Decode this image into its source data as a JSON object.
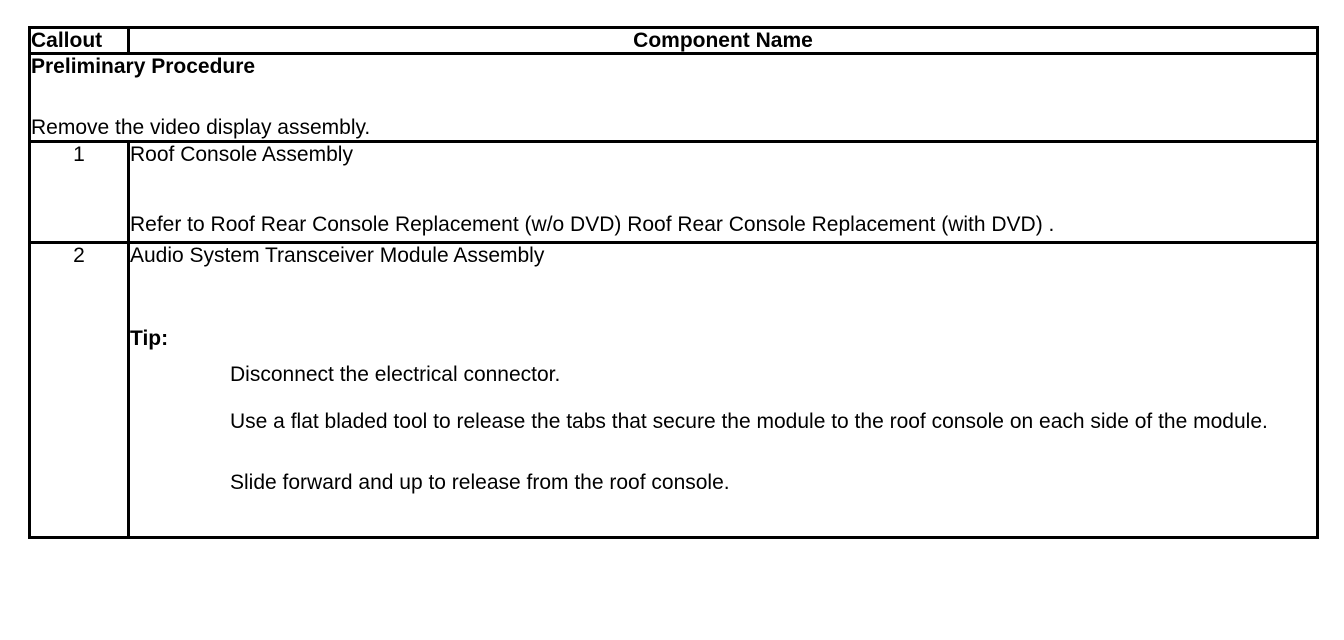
{
  "table": {
    "header": {
      "callout": "Callout",
      "component_name": "Component Name"
    },
    "preliminary": {
      "title": "Preliminary Procedure",
      "body": "Remove the video display assembly."
    },
    "rows": [
      {
        "callout": "1",
        "title": "Roof Console Assembly",
        "refer": "Refer to Roof Rear Console Replacement (w/o DVD) Roof Rear Console Replacement (with DVD) ."
      },
      {
        "callout": "2",
        "title": "Audio System Transceiver Module Assembly",
        "tip_label": "Tip:",
        "tips": [
          "Disconnect the electrical connector.",
          "Use a flat bladed tool to release the tabs that secure the module to the roof console on each side of the module.",
          "Slide forward and up to release from the roof console."
        ]
      }
    ]
  },
  "colors": {
    "border": "#000000",
    "background": "#ffffff",
    "text": "#000000"
  }
}
